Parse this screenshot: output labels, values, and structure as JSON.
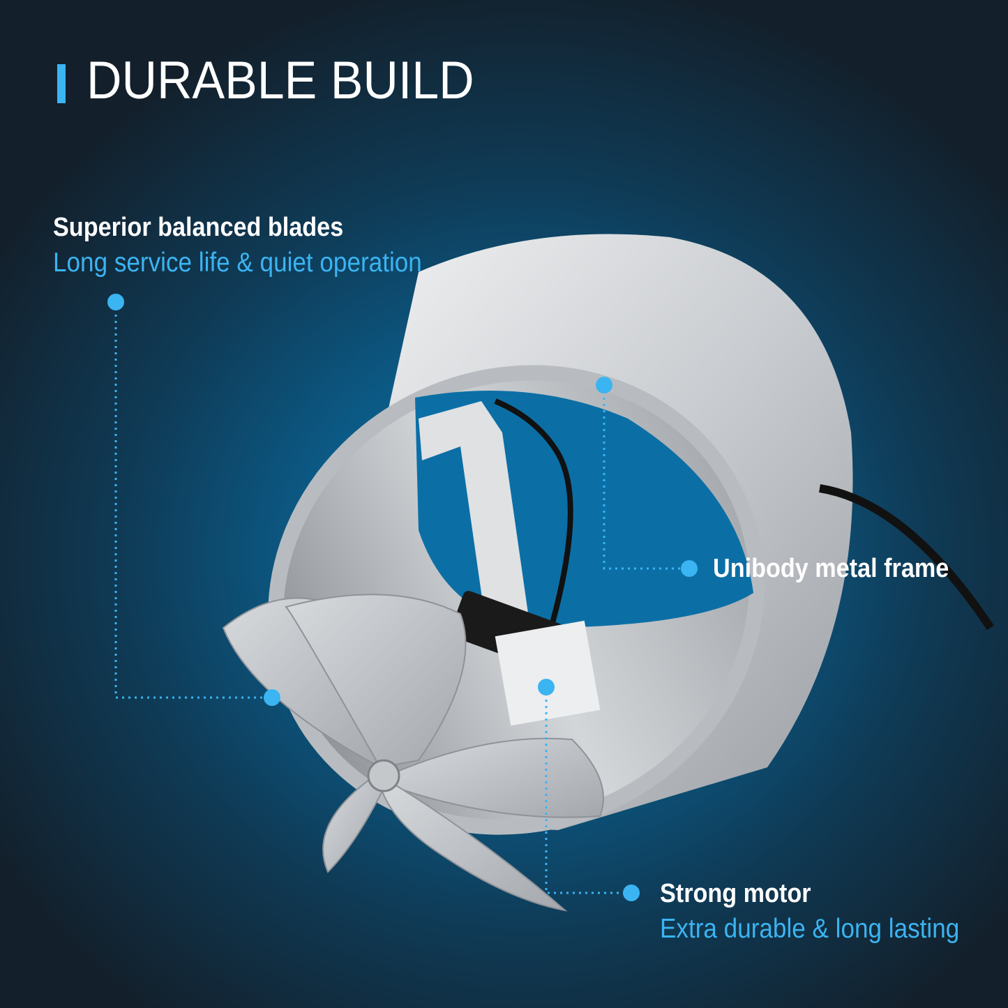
{
  "title": "DURABLE BUILD",
  "callouts": [
    {
      "heading": "Superior balanced blades",
      "subtitle": "Long service life & quiet operation"
    },
    {
      "heading": "Unibody metal frame"
    },
    {
      "heading": "Strong motor",
      "subtitle": "Extra durable & long lasting"
    }
  ],
  "colors": {
    "accent": "#3bb4f2",
    "text": "#ffffff"
  }
}
